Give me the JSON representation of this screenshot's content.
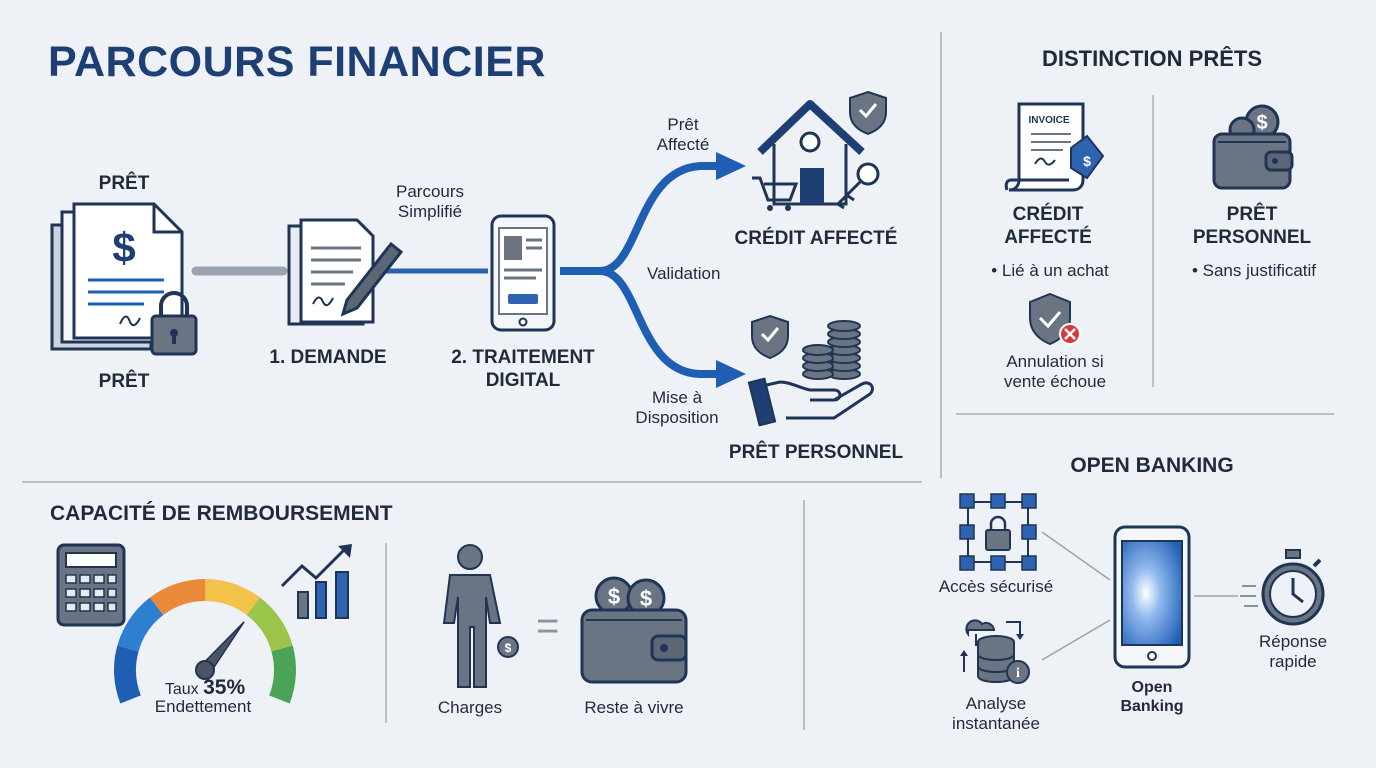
{
  "title": "PARCOURS FINANCIER",
  "flow": {
    "loan_top_label": "PRÊT",
    "loan_bottom_label": "PRÊT",
    "step1": "1. DEMANDE",
    "step2_line1": "2. TRAITEMENT",
    "step2_line2": "DIGITAL",
    "parcours_line1": "Parcours",
    "parcours_line2": "Simplifié",
    "validation": "Validation",
    "pret_affecte_line1": "Prêt",
    "pret_affecte_line2": "Affecté",
    "mise_line1": "Mise à",
    "mise_line2": "Disposition",
    "credit_affecte": "CRÉDIT AFFECTÉ",
    "pret_personnel": "PRÊT PERSONNEL"
  },
  "distinction": {
    "title": "DISTINCTION PRÊTS",
    "invoice": "INVOICE",
    "left_title_line1": "CRÉDIT",
    "left_title_line2": "AFFECTÉ",
    "left_bullet": "• Lié à un achat",
    "left_note_line1": "Annulation si",
    "left_note_line2": "vente échoue",
    "right_title_line1": "PRÊT",
    "right_title_line2": "PERSONNEL",
    "right_bullet": "• Sans justificatif"
  },
  "capacity": {
    "title": "CAPACITÉ DE REMBOURSEMENT",
    "gauge_label_prefix": "Taux",
    "gauge_value": "35%",
    "gauge_label_line2": "Endettement",
    "gauge_fraction": 0.35,
    "charges": "Charges",
    "equals": "=",
    "reste": "Reste à vivre"
  },
  "open_banking": {
    "title": "OPEN BANKING",
    "acces": "Accès sécurisé",
    "analyse_line1": "Analyse",
    "analyse_line2": "instantanée",
    "phone_line1": "Open",
    "phone_line2": "Banking",
    "reponse_line1": "Réponse",
    "reponse_line2": "rapide"
  },
  "colors": {
    "navy": "#1d3f73",
    "blue": "#1f5fb3",
    "icon_fill": "#5d6675",
    "outline": "#1f3556"
  }
}
